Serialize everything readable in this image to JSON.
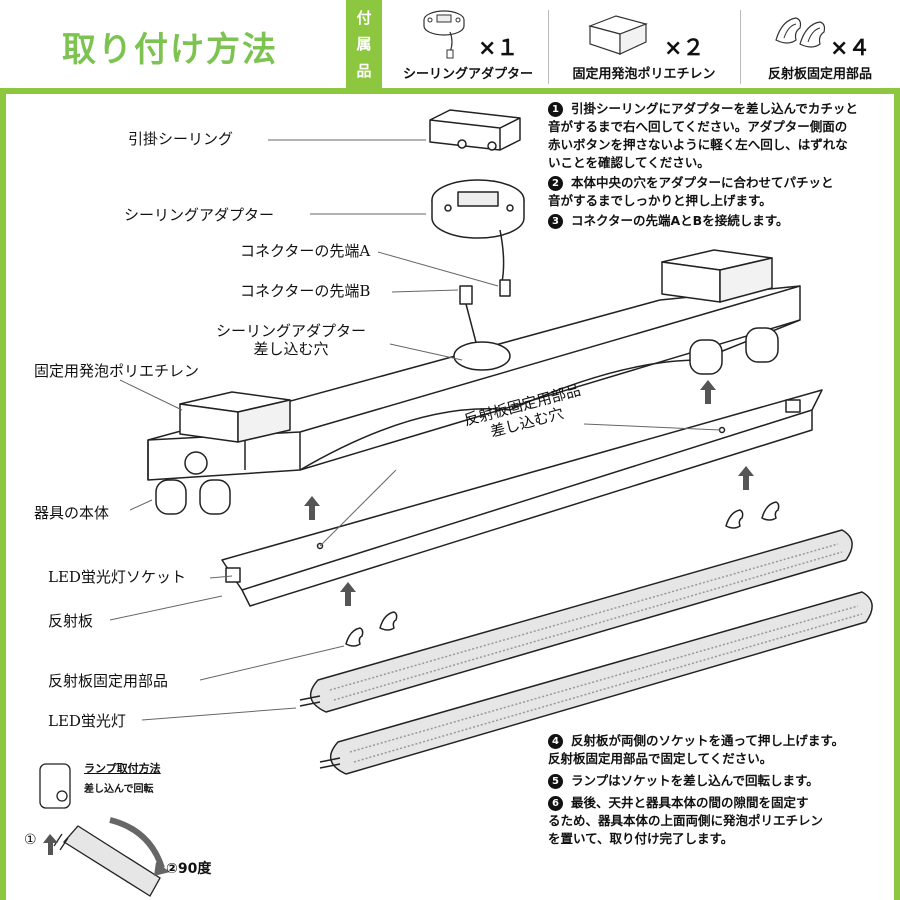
{
  "title": "取り付け方法",
  "accessories_tag": [
    "付",
    "属",
    "品"
  ],
  "accessories": [
    {
      "label": "シーリングアダプター",
      "qty": "×１",
      "icon": "ceiling-adapter-icon"
    },
    {
      "label": "固定用発泡ポリエチレン",
      "qty": "×２",
      "icon": "foam-block-icon"
    },
    {
      "label": "反射板固定用部品",
      "qty": "×４",
      "icon": "reflector-clip-icon"
    }
  ],
  "labels": {
    "hanging_ceiling": "引掛シーリング",
    "ceiling_adapter": "シーリングアダプター",
    "connector_a": "コネクターの先端A",
    "connector_b": "コネクターの先端B",
    "adapter_hole_line1": "シーリングアダプター",
    "adapter_hole_line2": "差し込む穴",
    "foam": "固定用発泡ポリエチレン",
    "reflector_part_hole_line1": "反射板固定用部品",
    "reflector_part_hole_line2": "差し込む穴",
    "fixture_body": "器具の本体",
    "led_socket": "LED蛍光灯ソケット",
    "reflector": "反射板",
    "reflector_part": "反射板固定用部品",
    "led_tube": "LED蛍光灯"
  },
  "steps_top": [
    {
      "num": "1",
      "lines": [
        "引掛シーリングにアダプターを差し込んでカチッと",
        "音がするまで右へ回してください。アダプター側面の",
        "赤いボタンを押さないように軽く左へ回し、はずれな",
        "いことを確認してください。"
      ]
    },
    {
      "num": "2",
      "lines": [
        "本体中央の穴をアダプターに合わせてパチッと",
        "音がするまでしっかりと押し上げます。"
      ]
    },
    {
      "num": "3",
      "lines": [
        "コネクターの先端AとBを接続します。"
      ]
    }
  ],
  "steps_bottom": [
    {
      "num": "4",
      "lines": [
        "反射板が両側のソケットを通って押し上げます。",
        "反射板固定用部品で固定してください。"
      ]
    },
    {
      "num": "5",
      "lines": [
        "ランプはソケットを差し込んで回転します。"
      ]
    },
    {
      "num": "6",
      "lines": [
        "最後、天井と器具本体の間の隙間を固定す",
        "るため、器具本体の上面両側に発泡ポリエチレン",
        "を置いて、取り付け完了します。"
      ]
    }
  ],
  "lamp_inset": {
    "title": "ランプ取付方法",
    "subtitle": "差し込んで回転",
    "step1": "①",
    "step2": "②90度"
  },
  "colors": {
    "accent": "#8dc63f",
    "title": "#7dc352"
  }
}
